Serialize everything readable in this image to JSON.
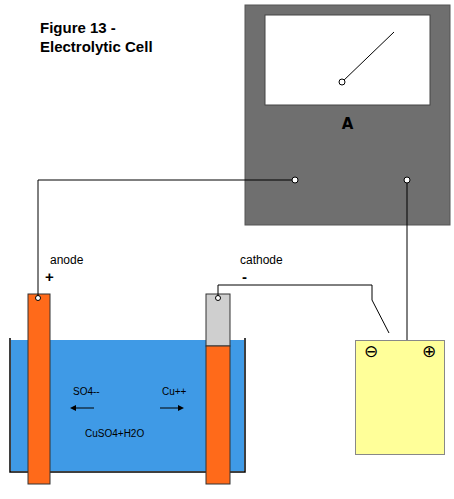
{
  "diagram": {
    "title": "Figure 13 - Electrolytic Cell",
    "nodes": [
      {
        "text": [
          "A"
        ]
      },
      {
        "text": [
          "⊖",
          "⊕"
        ]
      }
    ],
    "edges": [
      {
        "from": 0,
        "to": 1,
        "arrow": "none"
      }
    ],
    "labels": [
      "anode",
      "+",
      "cathode",
      "-",
      "SO4--",
      "Cu++",
      "CuSO4+H2O"
    ]
  }
}
